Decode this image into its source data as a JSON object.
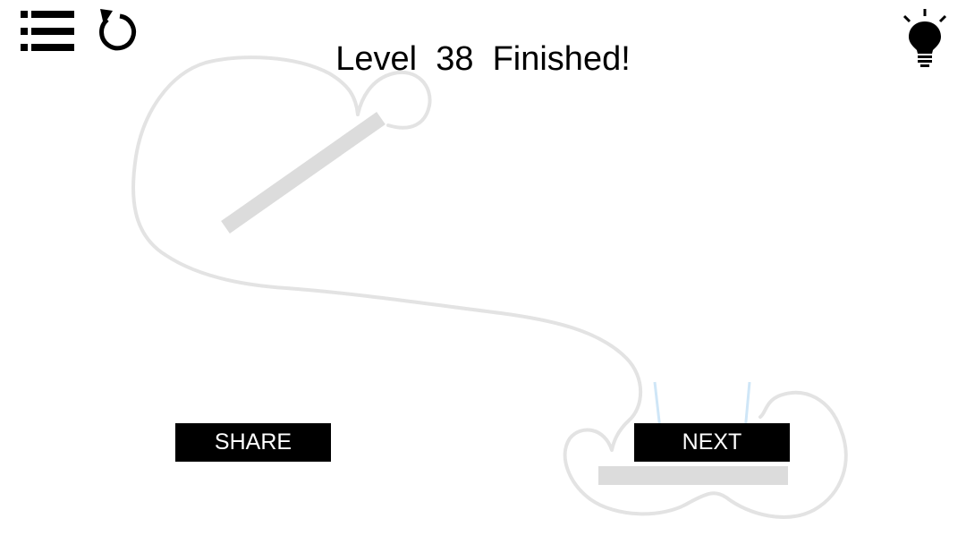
{
  "header": {
    "title": "Level  38  Finished!"
  },
  "toolbar": {
    "menu_icon": "list-menu-icon",
    "restart_icon": "restart-icon",
    "hint_icon": "lightbulb-icon"
  },
  "actions": {
    "share_label": "SHARE",
    "next_label": "NEXT"
  },
  "colors": {
    "background": "#ffffff",
    "ink": "#000000",
    "drawn_line": "#e3e3e3",
    "static_bar": "#dcdcdc",
    "cup": "#cfe6f7",
    "button_text": "#ffffff"
  }
}
